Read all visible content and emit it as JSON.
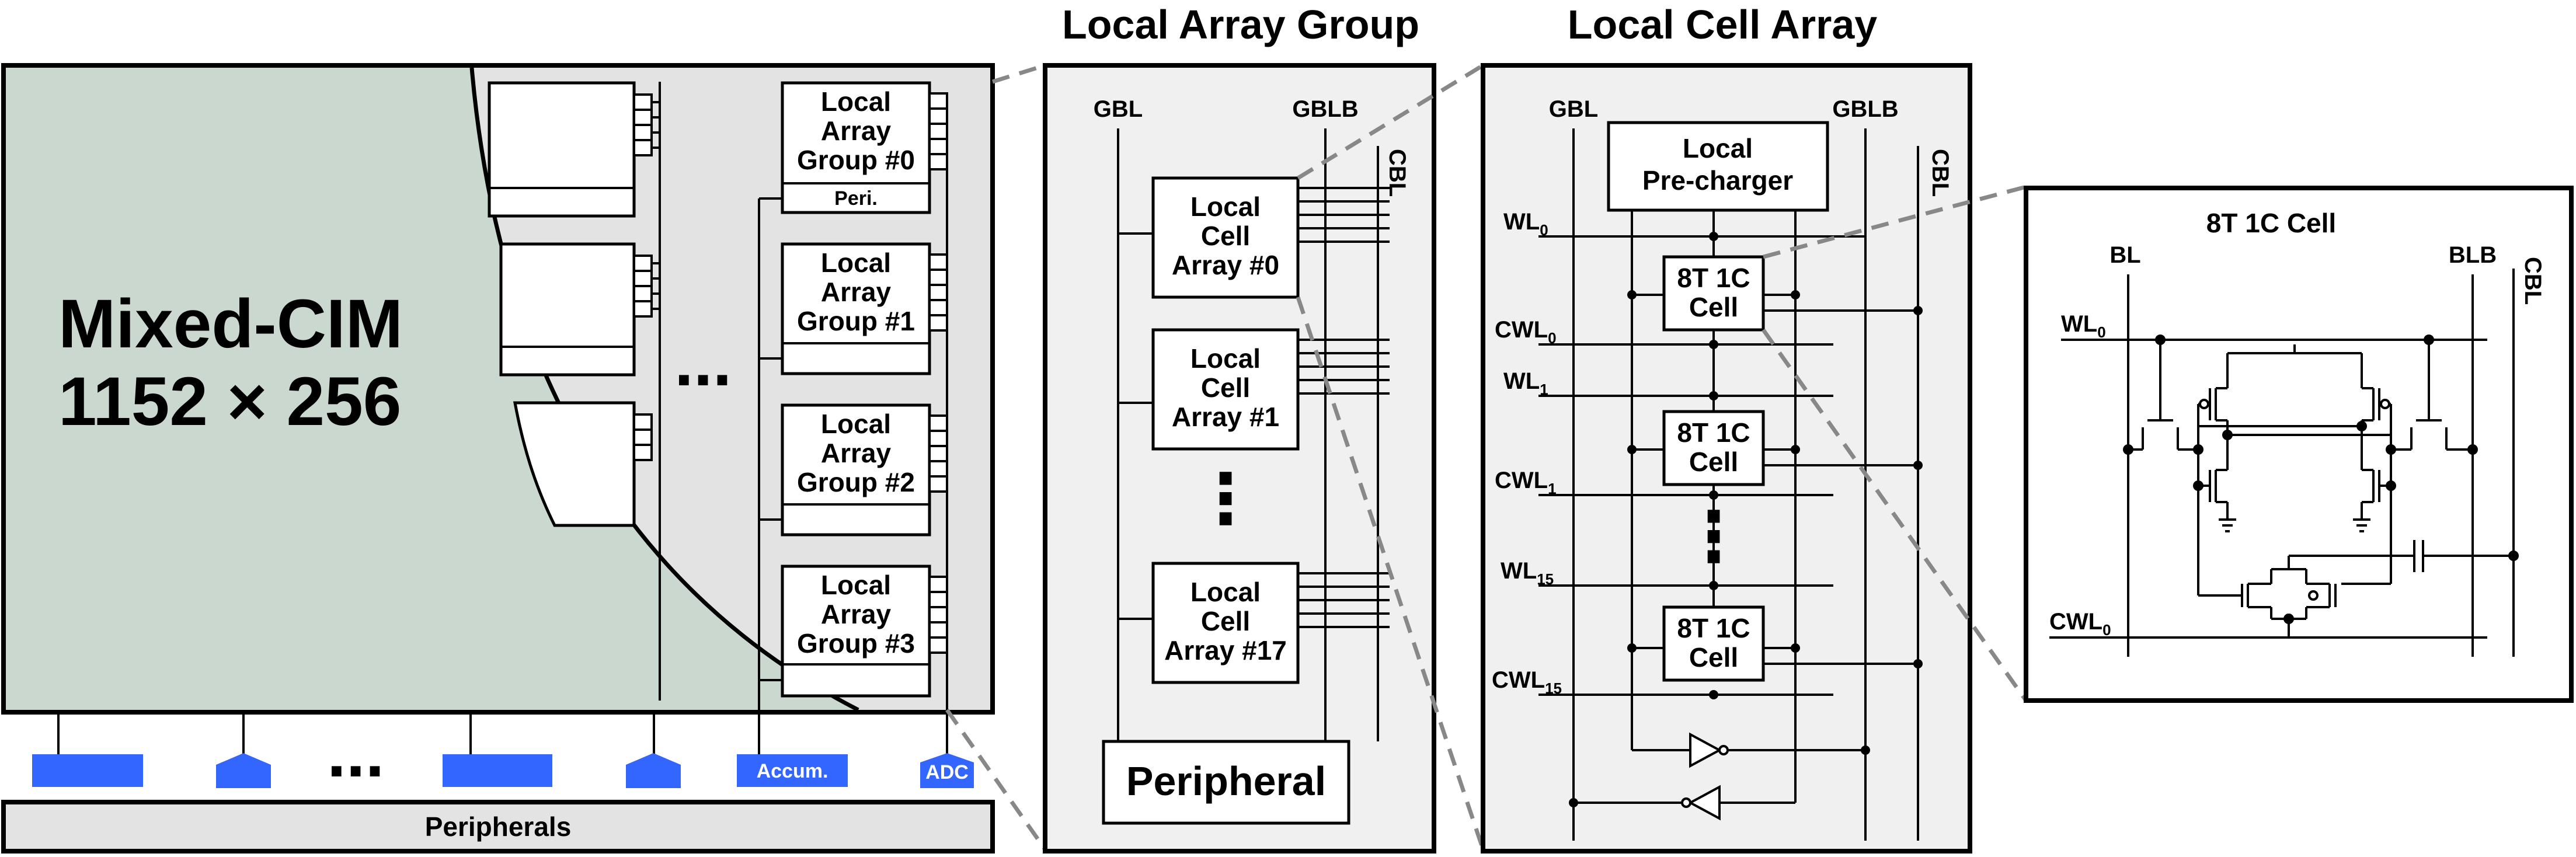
{
  "mixed_cim": {
    "title_line1": "Mixed-CIM",
    "title_line2": "1152 × 256",
    "ellipsis": "...",
    "groups": [
      {
        "line1": "Local",
        "line2": "Array",
        "line3": "Group #0",
        "peri": "Peri."
      },
      {
        "line1": "Local",
        "line2": "Array",
        "line3": "Group #1"
      },
      {
        "line1": "Local",
        "line2": "Array",
        "line3": "Group #2"
      },
      {
        "line1": "Local",
        "line2": "Array",
        "line3": "Group #3"
      }
    ],
    "accum_label": "Accum.",
    "adc_label": "ADC",
    "peripherals_label": "Peripherals",
    "bottom_ellipsis": "...",
    "colors": {
      "cim_fill": "#cbd8cf",
      "block_blue": "#3366ff",
      "panel_fill": "#e3e3e3",
      "box_bg": "#f0f0f0"
    }
  },
  "local_array_group": {
    "title": "Local Array Group",
    "gbl": "GBL",
    "gblb": "GBLB",
    "cbl": "CBL",
    "arrays": [
      {
        "line1": "Local",
        "line2": "Cell",
        "line3": "Array #0"
      },
      {
        "line1": "Local",
        "line2": "Cell",
        "line3": "Array #1"
      },
      {
        "line1": "Local",
        "line2": "Cell",
        "line3": "Array #17"
      }
    ],
    "vdots": "⋮",
    "peripheral": "Peripheral"
  },
  "local_cell_array": {
    "title": "Local Cell Array",
    "gbl": "GBL",
    "gblb": "GBLB",
    "cbl": "CBL",
    "precharger_line1": "Local",
    "precharger_line2": "Pre-charger",
    "rows": [
      {
        "wl": "WL",
        "wl_sub": "0",
        "cwl": "CWL",
        "cwl_sub": "0"
      },
      {
        "wl": "WL",
        "wl_sub": "1",
        "cwl": "CWL",
        "cwl_sub": "1"
      },
      {
        "wl": "WL",
        "wl_sub": "15",
        "cwl": "CWL",
        "cwl_sub": "15"
      }
    ],
    "cell_line1": "8T 1C",
    "cell_line2": "Cell",
    "vdots": "⋮"
  },
  "cell_8t1c": {
    "title": "8T 1C Cell",
    "bl": "BL",
    "blb": "BLB",
    "cbl": "CBL",
    "wl": "WL",
    "wl_sub": "0",
    "cwl": "CWL",
    "cwl_sub": "0"
  }
}
